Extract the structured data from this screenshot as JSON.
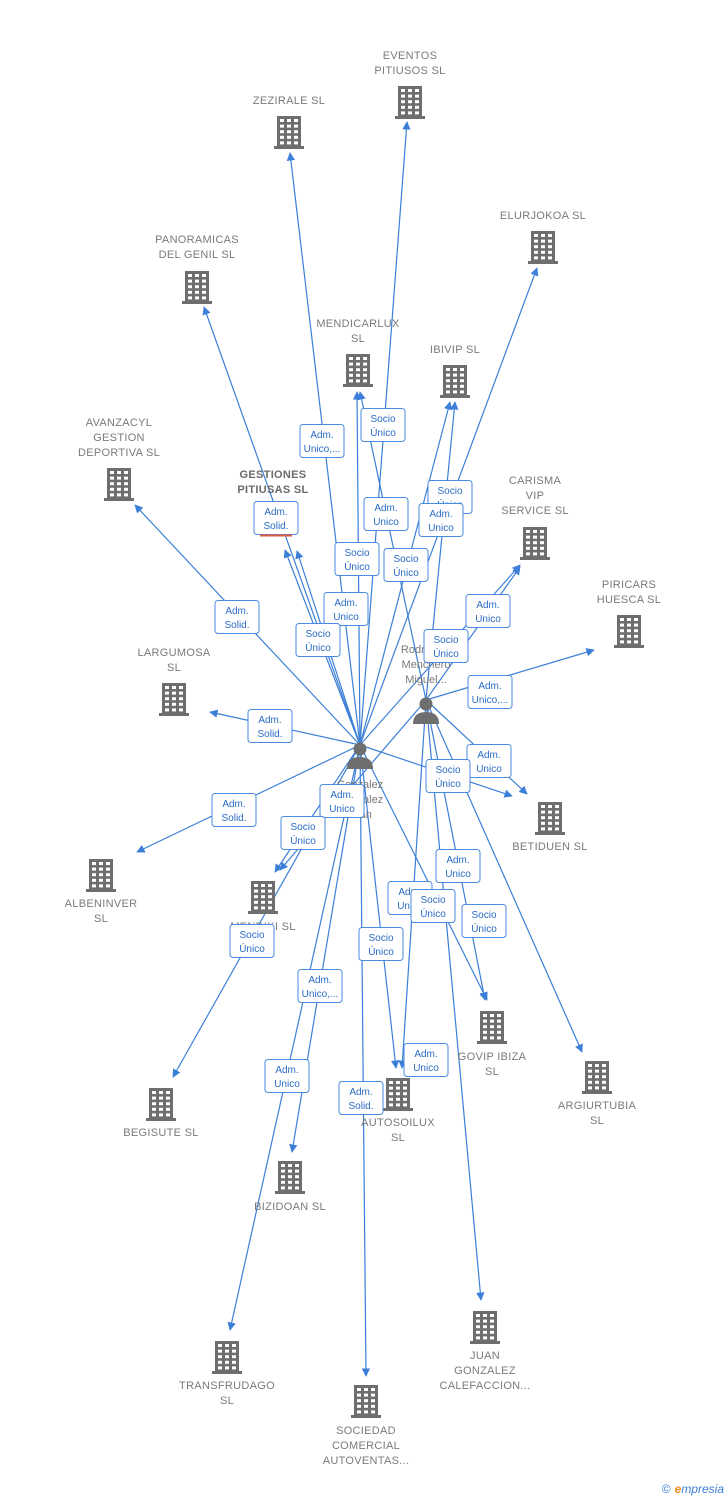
{
  "persons": [
    {
      "id": "gonzalez",
      "label_lines": [
        "Gonzalez",
        "Gonzalez",
        "Juan"
      ]
    },
    {
      "id": "rodriguez",
      "label_lines": [
        "Rodriguez",
        "Menchero",
        "Miguel..."
      ]
    }
  ],
  "companies": [
    {
      "id": "eventos",
      "label_lines": [
        "EVENTOS",
        "PITIUSOS  SL"
      ]
    },
    {
      "id": "zezirale",
      "label_lines": [
        "ZEZIRALE  SL"
      ]
    },
    {
      "id": "elurjokoa",
      "label_lines": [
        "ELURJOKOA SL"
      ]
    },
    {
      "id": "panoramicas",
      "label_lines": [
        "PANORAMICAS",
        "DEL GENIL  SL"
      ]
    },
    {
      "id": "mendicarlux",
      "label_lines": [
        "MENDICARLUX",
        "SL"
      ]
    },
    {
      "id": "ibivip",
      "label_lines": [
        "IBIVIP  SL"
      ]
    },
    {
      "id": "avanzacyl",
      "label_lines": [
        "AVANZACYL",
        "GESTION",
        "DEPORTIVA SL"
      ]
    },
    {
      "id": "gestiones",
      "label_lines": [
        "GESTIONES",
        "PITIUSAS  SL"
      ],
      "highlight": true
    },
    {
      "id": "carisma",
      "label_lines": [
        "CARISMA",
        "VIP",
        "SERVICE  SL"
      ]
    },
    {
      "id": "piricars",
      "label_lines": [
        "PIRICARS",
        "HUESCA  SL"
      ]
    },
    {
      "id": "largumosa",
      "label_lines": [
        "LARGUMOSA",
        "SL"
      ]
    },
    {
      "id": "betiduen",
      "label_lines": [
        "BETIDUEN  SL"
      ]
    },
    {
      "id": "albeninver",
      "label_lines": [
        "ALBENINVER",
        "SL"
      ]
    },
    {
      "id": "mendiki",
      "label_lines": [
        "MENDIKI  SL"
      ]
    },
    {
      "id": "govip",
      "label_lines": [
        "GOVIP IBIZA",
        "SL"
      ]
    },
    {
      "id": "argiurtubia",
      "label_lines": [
        "ARGIURTUBIA",
        "SL"
      ]
    },
    {
      "id": "begisute",
      "label_lines": [
        "BEGISUTE  SL"
      ]
    },
    {
      "id": "autosoilux",
      "label_lines": [
        "AUTOSOILUX",
        "SL"
      ]
    },
    {
      "id": "bizidoan",
      "label_lines": [
        "BIZIDOAN  SL"
      ]
    },
    {
      "id": "transfrudago",
      "label_lines": [
        "TRANSFRUDAGO",
        "SL"
      ]
    },
    {
      "id": "juan_gonzalez",
      "label_lines": [
        "JUAN",
        "GONZALEZ",
        "CALEFACCION..."
      ]
    },
    {
      "id": "sociedad",
      "label_lines": [
        "SOCIEDAD",
        "COMERCIAL",
        "AUTOVENTAS..."
      ]
    }
  ],
  "roles": [
    {
      "id": "r1",
      "lines": [
        "Adm.",
        "Unico,..."
      ]
    },
    {
      "id": "r2",
      "lines": [
        "Socio",
        "Único"
      ]
    },
    {
      "id": "r3",
      "lines": [
        "Adm.",
        "Solid."
      ]
    },
    {
      "id": "r4",
      "lines": [
        "Socio",
        "Único"
      ]
    },
    {
      "id": "r5",
      "lines": [
        "Adm.",
        "Unico"
      ]
    },
    {
      "id": "r6",
      "lines": [
        "Adm.",
        "Unico"
      ]
    },
    {
      "id": "r7",
      "lines": [
        "Socio",
        "Único"
      ]
    },
    {
      "id": "r8",
      "lines": [
        "Socio",
        "Único"
      ]
    },
    {
      "id": "r9",
      "lines": [
        "Adm.",
        "Solid."
      ]
    },
    {
      "id": "r10",
      "lines": [
        "Adm.",
        "Unico"
      ]
    },
    {
      "id": "r11",
      "lines": [
        "Socio",
        "Único"
      ]
    },
    {
      "id": "r12",
      "lines": [
        "Adm.",
        "Unico"
      ]
    },
    {
      "id": "r13",
      "lines": [
        "Socio",
        "Único"
      ]
    },
    {
      "id": "r14",
      "lines": [
        "Adm.",
        "Solid."
      ]
    },
    {
      "id": "r15",
      "lines": [
        "Adm.",
        "Unico,..."
      ]
    },
    {
      "id": "r16",
      "lines": [
        "Adm.",
        "Unico"
      ]
    },
    {
      "id": "r17",
      "lines": [
        "Socio",
        "Único"
      ]
    },
    {
      "id": "r18",
      "lines": [
        "Adm.",
        "Solid."
      ]
    },
    {
      "id": "r19",
      "lines": [
        "Adm.",
        "Unico"
      ]
    },
    {
      "id": "r20",
      "lines": [
        "Socio",
        "Único"
      ]
    },
    {
      "id": "r21",
      "lines": [
        "Adm.",
        "Unico"
      ]
    },
    {
      "id": "r22",
      "lines": [
        "Adm.",
        "Unico"
      ]
    },
    {
      "id": "r23",
      "lines": [
        "Socio",
        "Único"
      ]
    },
    {
      "id": "r24",
      "lines": [
        "Socio",
        "Único"
      ]
    },
    {
      "id": "r25",
      "lines": [
        "Socio",
        "Único"
      ]
    },
    {
      "id": "r26",
      "lines": [
        "Socio",
        "Único"
      ]
    },
    {
      "id": "r27",
      "lines": [
        "Adm.",
        "Unico,..."
      ]
    },
    {
      "id": "r28",
      "lines": [
        "Adm.",
        "Unico"
      ]
    },
    {
      "id": "r29",
      "lines": [
        "Adm.",
        "Solid."
      ]
    },
    {
      "id": "r30",
      "lines": [
        "Adm.",
        "Unico"
      ]
    }
  ],
  "footer": {
    "copyright": "©",
    "brand_e": "e",
    "brand_rest": "mpresia"
  },
  "colors": {
    "edge": "#3b7fd8",
    "node": "#7a7a7a",
    "highlight": "#e05a3a"
  }
}
